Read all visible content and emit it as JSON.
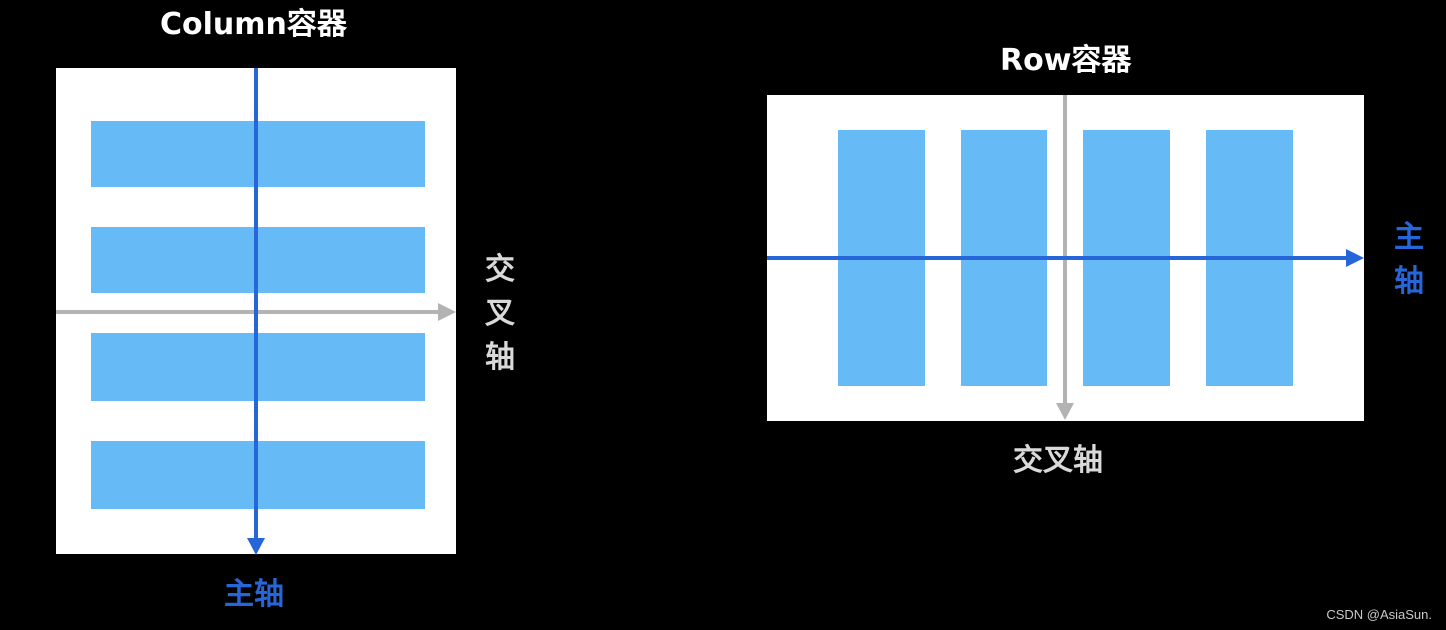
{
  "column_diagram": {
    "title": "Column容器",
    "main_axis_label": "主轴",
    "cross_axis_label": "交叉轴",
    "item_count": 4
  },
  "row_diagram": {
    "title": "Row容器",
    "main_axis_label": "主轴",
    "cross_axis_label": "交叉轴",
    "item_count": 4
  },
  "watermark": "CSDN @AsiaSun.",
  "colors": {
    "background": "#000000",
    "panel": "#ffffff",
    "item": "#66bbf7",
    "main_axis": "#2666d9",
    "cross_axis": "#b3b3b3",
    "title_text": "#ffffff"
  }
}
